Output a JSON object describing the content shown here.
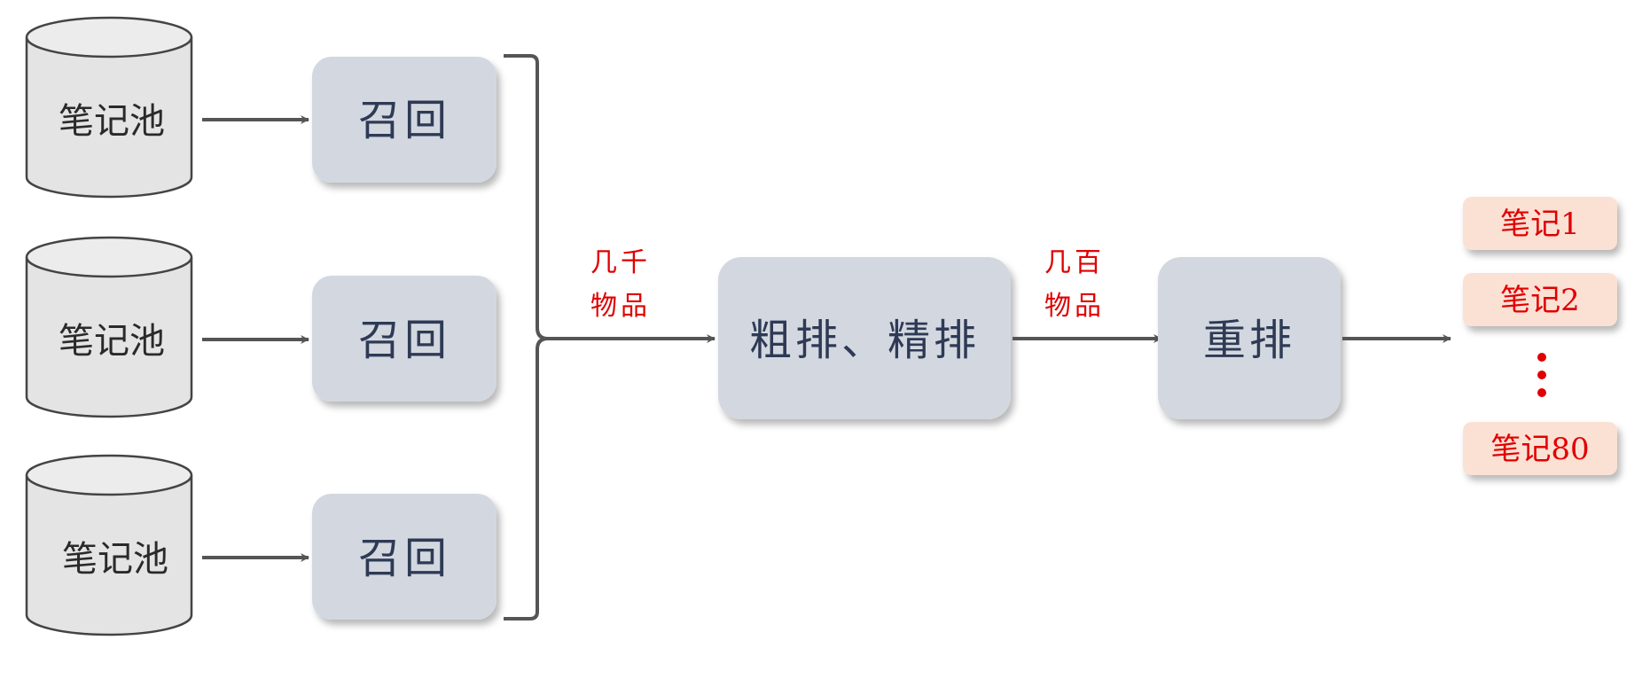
{
  "pools": [
    {
      "label": "笔记池"
    },
    {
      "label": "笔记池"
    },
    {
      "label": "笔记池"
    }
  ],
  "recall": [
    {
      "label": "召回"
    },
    {
      "label": "召回"
    },
    {
      "label": "召回"
    }
  ],
  "rank_stage": {
    "label": "粗排、精排"
  },
  "rerank_stage": {
    "label": "重排"
  },
  "counts": {
    "after_recall": [
      "几千",
      "物品"
    ],
    "after_rank": [
      "几百",
      "物品"
    ]
  },
  "notes": [
    {
      "label": "笔记1"
    },
    {
      "label": "笔记2"
    },
    {
      "label": "笔记80"
    }
  ],
  "colors": {
    "stage_fill": "#d3d8e0",
    "pool_fill": "#e4e4e4",
    "note_fill": "#fbe0d4",
    "accent": "#e00000",
    "line": "#555555"
  }
}
